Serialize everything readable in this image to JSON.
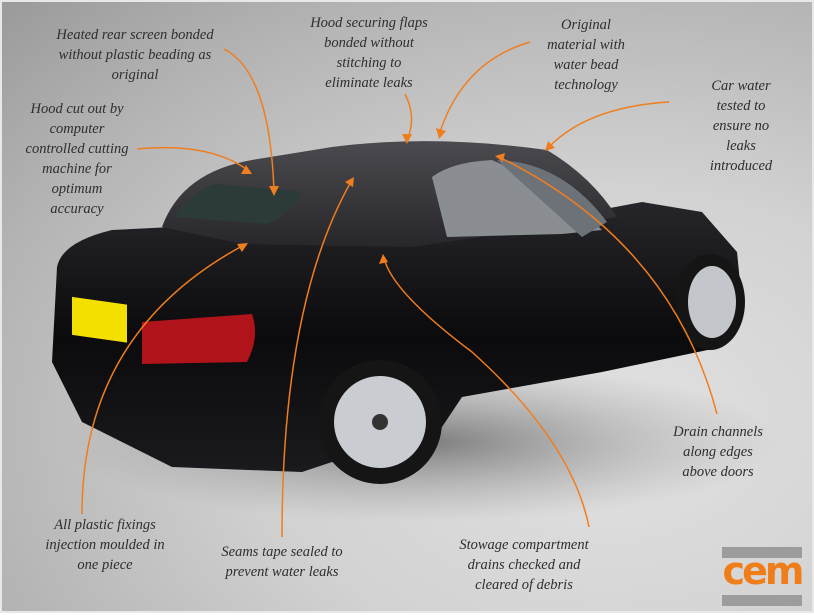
{
  "annotations": [
    {
      "id": "rear-screen",
      "text": "Heated rear screen bonded\nwithout plastic beading as\noriginal"
    },
    {
      "id": "hood-cut",
      "text": "Hood cut out by\ncomputer\ncontrolled cutting\nmachine for\noptimum\naccuracy"
    },
    {
      "id": "securing-flaps",
      "text": "Hood securing flaps\nbonded without\nstitching to\neliminate leaks"
    },
    {
      "id": "original-material",
      "text": "Original\nmaterial with\nwater bead\ntechnology"
    },
    {
      "id": "water-tested",
      "text": "Car water tested to\nensure no leaks\nintroduced"
    },
    {
      "id": "drain-channels",
      "text": "Drain channels\nalong edges\nabove doors"
    },
    {
      "id": "stowage-drains",
      "text": "Stowage compartment\ndrains  checked and\ncleared of debris"
    },
    {
      "id": "seams-tape",
      "text": "Seams tape sealed to\nprevent water leaks"
    },
    {
      "id": "plastic-fixings",
      "text": "All plastic fixings\ninjection moulded in\none piece"
    }
  ],
  "logo": {
    "text": "cem"
  },
  "colors": {
    "arrow": "#f07d1e",
    "logo_orange": "#ef7d1a",
    "logo_grey": "#9c9c9c",
    "car_body": "#0d0d0f",
    "hood": "#2f2f33"
  }
}
